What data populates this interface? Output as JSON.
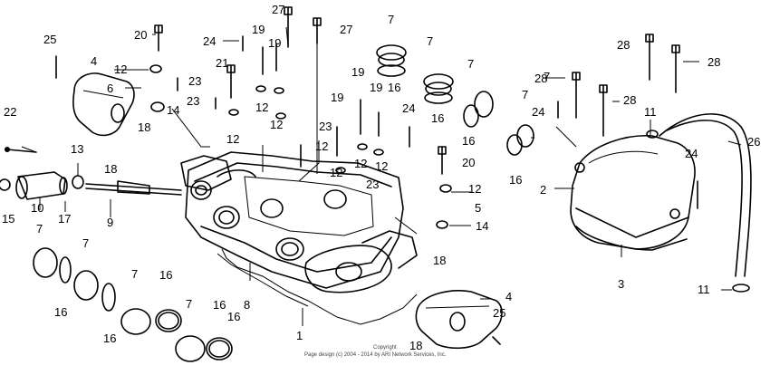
{
  "diagram": {
    "labels": [
      "27",
      "27",
      "25",
      "20",
      "24",
      "19",
      "19",
      "7",
      "7",
      "7",
      "28",
      "28",
      "12",
      "21",
      "6",
      "23",
      "4",
      "23",
      "22",
      "14",
      "12",
      "18",
      "12",
      "13",
      "18",
      "15",
      "10",
      "17",
      "9",
      "12",
      "19",
      "23",
      "12",
      "19",
      "19",
      "16",
      "16",
      "16",
      "7",
      "24",
      "12",
      "12",
      "24",
      "20",
      "12",
      "5",
      "14",
      "12",
      "23",
      "7",
      "8",
      "1",
      "28",
      "28",
      "11",
      "26",
      "16",
      "24",
      "2",
      "3",
      "7",
      "7",
      "16",
      "16",
      "16",
      "7",
      "7",
      "16",
      "16",
      "18",
      "4",
      "25",
      "18",
      "11"
    ],
    "copyright_line1": "Copyright",
    "copyright_line2": "Page design (c) 2004 - 2014 by ARI Network Services, Inc."
  }
}
